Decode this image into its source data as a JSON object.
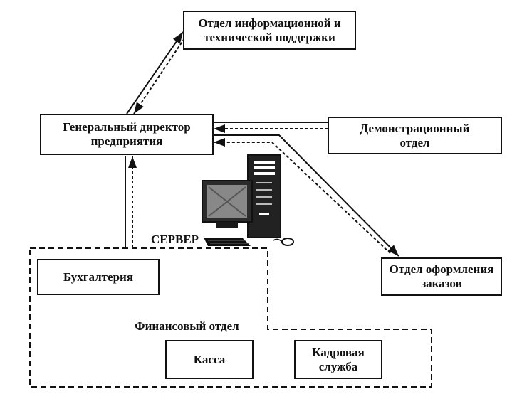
{
  "nodes": {
    "it_support": "Отдел информационной и\nтехнической поддержки",
    "director": "Генеральный директор\nпредприятия",
    "demo": "Демонстрационный\nотдел",
    "orders": "Отдел оформления\nзаказов",
    "accounting": "Бухгалтерия",
    "cash": "Касса",
    "hr": "Кадровая\nслужба"
  },
  "labels": {
    "server": "СЕРВЕР",
    "finance": "Финансовый отдел"
  },
  "colors": {
    "line": "#111111",
    "background": "#ffffff"
  },
  "icons": {
    "server": "server-computer-icon"
  }
}
